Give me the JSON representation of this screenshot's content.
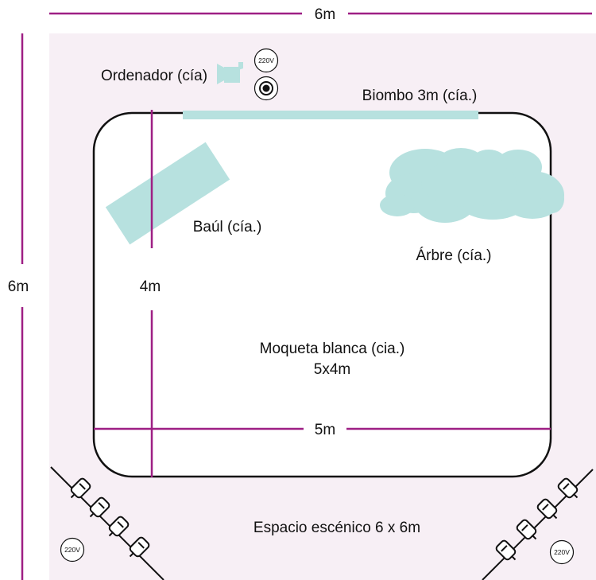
{
  "dimensions": {
    "top": "6m",
    "left": "6m",
    "carpet_height": "4m",
    "carpet_width": "5m"
  },
  "labels": {
    "computer": "Ordenador (cía)",
    "screen": "Biombo 3m (cía.)",
    "trunk": "Baúl (cía.)",
    "tree": "Árbre (cía.)",
    "carpet_name": "Moqueta blanca (cia.)",
    "carpet_size": "5x4m",
    "stage": "Espacio escénico 6 x 6m"
  },
  "outlets": {
    "top": "220V",
    "bottom_left": "220V",
    "bottom_right": "220V"
  },
  "icons": [
    "camera-icon",
    "power-outlet-icon",
    "speaker-icon",
    "spotlight-icon"
  ],
  "colors": {
    "stage_floor": "#f7eff5",
    "dimension_line": "#9e1f84",
    "props": "#b7e1df",
    "carpet": "#ffffff",
    "outline": "#111111"
  }
}
